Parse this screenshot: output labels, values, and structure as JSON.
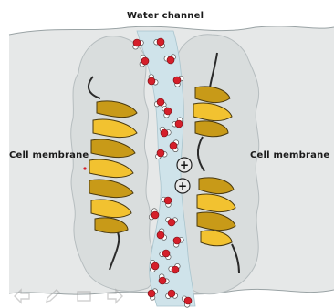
{
  "labels": {
    "title": "Water channel",
    "left_membrane": "Cell membrane",
    "right_membrane": "Cell membrane"
  },
  "colors": {
    "background": "#ffffff",
    "membrane": "#e6e8e8",
    "membrane_edge": "#9aa3a5",
    "protein": "#d9dddd",
    "channel": "#cfe3ea",
    "helix_front": "#f2c230",
    "helix_back": "#c89a18",
    "helix_outline": "#4a3a10",
    "water_oxygen": "#d51f2a",
    "water_hydrogen": "#ffffff",
    "ion_fill": "#e8e8e8",
    "control_icon": "#9a9a9a"
  },
  "ions": [
    {
      "symbol": "+"
    },
    {
      "symbol": "+"
    }
  ],
  "controls": [
    {
      "icon": "back-arrow-icon"
    },
    {
      "icon": "pen-icon"
    },
    {
      "icon": "slide-icon"
    },
    {
      "icon": "forward-arrow-icon"
    }
  ]
}
